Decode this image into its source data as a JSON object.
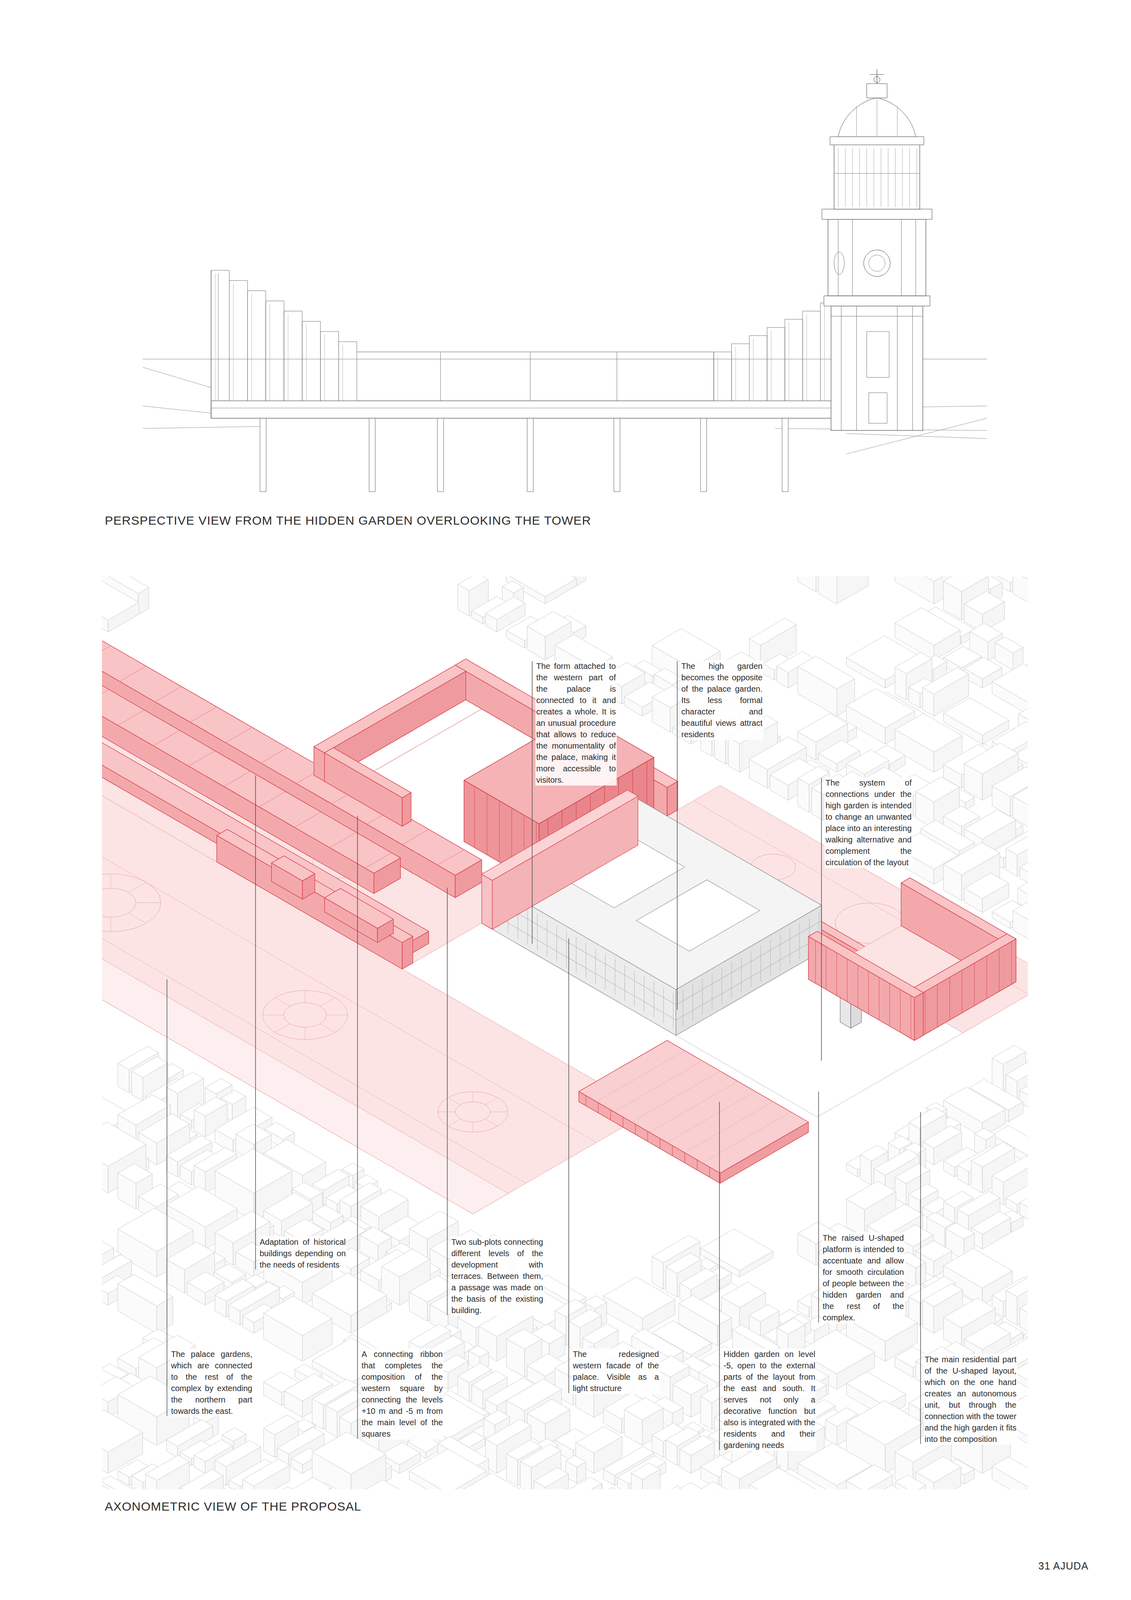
{
  "diagram": {
    "labels": [
      "PERSPECTIVE VIEW FROM THE HIDDEN GARDEN OVERLOOKING THE TOWER",
      "The form attached to the western part of the palace is connected to it and creates a whole. It is an unusual procedure that allows to reduce the monumentality of the palace, making it more accessible to visitors.",
      "The high garden becomes the opposite of the palace garden. Its less formal character and beautiful views attract residents",
      "The system of connections under the high garden is intended to change an unwanted place into an interesting walking alternative and complement the circulation of the layout",
      "Adaptation of historical buildings depending on the needs of residents",
      "Two sub-plots connecting different levels of the development with terraces. Between them, a passage was made on the basis of the existing building.",
      "The raised U-shaped platform is intended to accentuate and allow for smooth circulation of people between the hidden garden and the rest of the complex.",
      "The palace gardens, which are connected to the rest of the complex by extending the northern part towards the east.",
      "A connecting ribbon that completes the composition of the western square by connecting the levels +10 m and -5 m from the main level of the squares",
      "The redesigned western facade of the palace. Visible as a light structure",
      "Hidden garden on level -5, open to the external parts of the layout from the east and south. It serves not only a decorative function but also is integrated with the residents and their gardening needs",
      "The main residential part of the U-shaped layout, which on the one hand creates an autonomous unit, but through the connection with the tower and the high garden it fits into the composition",
      "AXONOMETRIC VIEW OF THE PROPOSAL",
      "31 AJUDA"
    ]
  }
}
